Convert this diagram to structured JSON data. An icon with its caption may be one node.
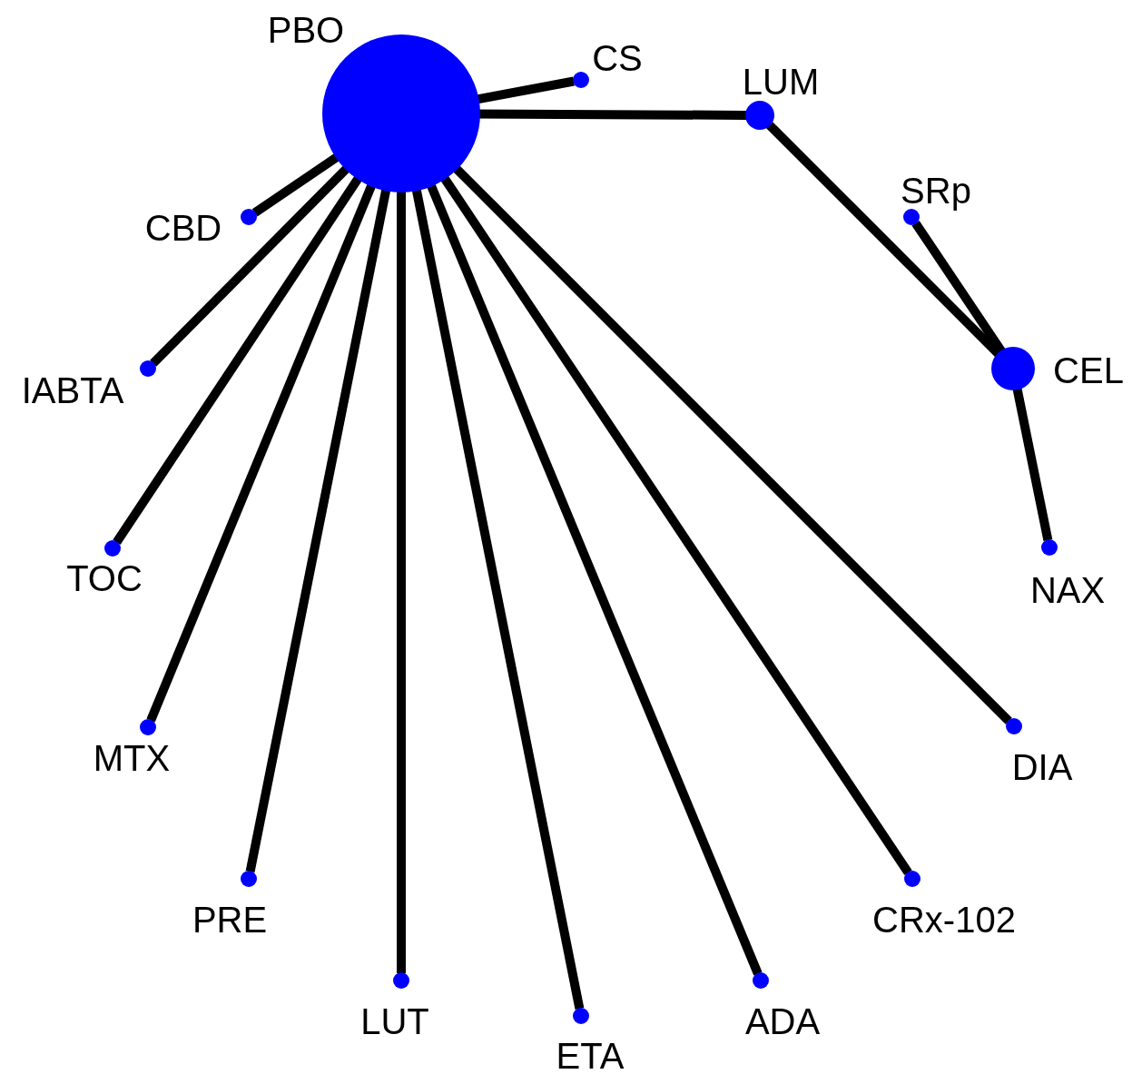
{
  "diagram": {
    "nodes": [
      {
        "text": [],
        "shape": "circle",
        "beside": [
          "PBO"
        ]
      },
      {
        "text": [],
        "shape": "circle",
        "beside": [
          "CS"
        ]
      },
      {
        "text": [],
        "shape": "circle",
        "beside": [
          "LUM"
        ]
      },
      {
        "text": [],
        "shape": "circle",
        "beside": [
          "SRp"
        ]
      },
      {
        "text": [],
        "shape": "circle",
        "beside": [
          "CEL"
        ]
      },
      {
        "text": [],
        "shape": "circle",
        "beside": [
          "NAX"
        ]
      },
      {
        "text": [],
        "shape": "circle",
        "beside": [
          "DIA"
        ]
      },
      {
        "text": [],
        "shape": "circle",
        "beside": [
          "CRx-102"
        ]
      },
      {
        "text": [],
        "shape": "circle",
        "beside": [
          "ADA"
        ]
      },
      {
        "text": [],
        "shape": "circle",
        "beside": [
          "ETA"
        ]
      },
      {
        "text": [],
        "shape": "circle",
        "beside": [
          "LUT"
        ]
      },
      {
        "text": [],
        "shape": "circle",
        "beside": [
          "PRE"
        ]
      },
      {
        "text": [],
        "shape": "circle",
        "beside": [
          "MTX"
        ]
      },
      {
        "text": [],
        "shape": "circle",
        "beside": [
          "TOC"
        ]
      },
      {
        "text": [],
        "shape": "circle",
        "beside": [
          "IABTA"
        ]
      },
      {
        "text": [],
        "shape": "circle",
        "beside": [
          "CBD"
        ]
      }
    ],
    "edges": [
      {
        "from": 0,
        "to": 1,
        "arrow": "none"
      },
      {
        "from": 0,
        "to": 2,
        "arrow": "none"
      },
      {
        "from": 2,
        "to": 4,
        "arrow": "none"
      },
      {
        "from": 3,
        "to": 4,
        "arrow": "none"
      },
      {
        "from": 4,
        "to": 5,
        "arrow": "none"
      },
      {
        "from": 0,
        "to": 6,
        "arrow": "none"
      },
      {
        "from": 0,
        "to": 7,
        "arrow": "none"
      },
      {
        "from": 0,
        "to": 8,
        "arrow": "none"
      },
      {
        "from": 0,
        "to": 9,
        "arrow": "none"
      },
      {
        "from": 0,
        "to": 10,
        "arrow": "none"
      },
      {
        "from": 0,
        "to": 11,
        "arrow": "none"
      },
      {
        "from": 0,
        "to": 12,
        "arrow": "none"
      },
      {
        "from": 0,
        "to": 13,
        "arrow": "none"
      },
      {
        "from": 0,
        "to": 14,
        "arrow": "none"
      },
      {
        "from": 0,
        "to": 15,
        "arrow": "none"
      }
    ]
  }
}
